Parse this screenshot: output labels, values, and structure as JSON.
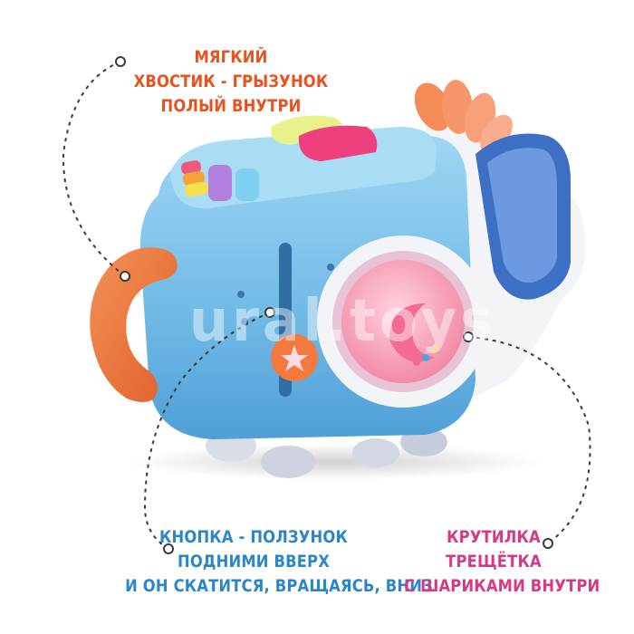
{
  "callouts": {
    "tail": [
      "МЯГКИЙ",
      "ХВОСТИК - ГРЫЗУНОК",
      "ПОЛЫЙ ВНУТРИ"
    ],
    "slider": [
      "КНОПКА - ПОЛЗУНОК",
      "ПОДНИМИ ВВЕРХ",
      "И ОН СКАТИТСЯ, ВРАЩАЯСЬ, ВНИЗ"
    ],
    "rattle": [
      "КРУТИЛКА",
      "ТРЕЩЁТКА",
      "С ШАРИКАМИ ВНУТРИ"
    ]
  },
  "watermark": "ural.toys",
  "colors": {
    "tail_label": "#e8531d",
    "slider_label": "#2b86c7",
    "rattle_label": "#d63a86",
    "toy_body": "#7cc3ec",
    "trunk": "#f07a3c"
  }
}
